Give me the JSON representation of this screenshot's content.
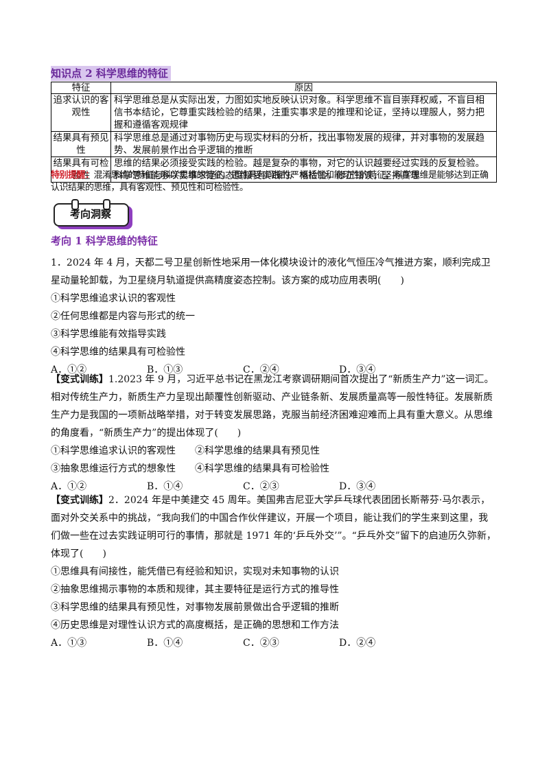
{
  "knowledge_point": {
    "title": "知识点 2 科学思维的特征",
    "headers": [
      "特征",
      "原因"
    ],
    "rows": [
      {
        "feature": "追求认识的客观性",
        "reason": "科学思维总是从实际出发，力图如实地反映认识对象。科学思维不盲目崇拜权威，不盲目相信书本结论，它尊重实践检验的结果，注重实事求是的推理和论证，坚持以理服人，努力把握和遵循客观规律"
      },
      {
        "feature": "结果具有预见性",
        "reason": "科学思维总是通过对事物历史与现实材料的分析，找出事物发展的规律，并对事物的发展趋势、发展前景作出合乎逻辑的推断"
      },
      {
        "feature": "结果具有可检验性",
        "reason": "思维的结果必须接受实践的检验。越是复杂的事物，对它的认识越要经过实践的反复检验。科学思维能够以实事求是的态度接受实践的严格检验，修正错误，坚持真理"
      }
    ],
    "tip_label": "特别提醒：",
    "tip_text": "混淆思维的特征与科学思维的特征。思维具有间接性、概括性和能动性的特征。科学思维是能够达到正确认识结果的思维，具有客观性、预见性和可检验性。"
  },
  "banner": {
    "label": "考向洞察"
  },
  "section": {
    "title": "考向 1 科学思维的特征"
  },
  "questions": [
    {
      "prefix": "",
      "stem": "1．2024 年 4 月，天都二号卫星创新性地采用一体化模块设计的液化气恒压冷气推进方案，顺利完成卫星动量轮卸载，为卫星绕月轨道提供高精度姿态控制。该方案的成功应用表明(　　)",
      "statements": [
        "①科学思维追求认识的客观性",
        "②任何思维都是内容与形式的统一",
        "③科学思维能有效指导实践",
        "④科学思维的结果具有可检验性"
      ],
      "options": [
        "A．①②",
        "B．①③",
        "C．②④",
        "D．③④"
      ]
    },
    {
      "prefix": "【变式训练】",
      "stem": "1.2023 年 9 月，习近平总书记在黑龙江考察调研期间首次提出了“新质生产力”这一词汇。相对传统生产力，新质生产力呈现出颠覆性创新驱动、产业链条新、发展质量高等一般性特征。发展新质生产力是我国的一项新战略举措，对于转变发展思路，克服当前经济困难迎难而上具有重大意义。从思维的角度看，“新质生产力”的提出体现了(　　)",
      "statements": [
        "①科学思维追求认识的客观性",
        "②科学思维的结果具有预见性",
        "③抽象思维运行方式的想象性",
        "④科学思维的结果具有可检验性"
      ],
      "options": [
        "A．①②",
        "B．①④",
        "C．②③",
        "D．③④"
      ]
    },
    {
      "prefix": "【变式训练】",
      "stem": "2．2024 年是中美建交 45 周年。美国弗吉尼亚大学乒乓球代表团团长斯蒂芬·马尔表示，面对外交关系中的挑战，“我向我们的中国合作伙伴建议，开展一个项目，能让我们的学生来到这里，我们做一些在过去实践证明可行的事情，那就是 1971 年的‘乒乓外交’”。“乒乓外交”留下的启迪历久弥新，体现了(　　)",
      "statements": [
        "①思维具有间接性，能凭借已有经验和知识，实现对未知事物的认识",
        "②抽象思维揭示事物的本质和规律，其主要特征是运行方式的推导性",
        "③科学思维的结果具有预见性，对事物发展前景做出合乎逻辑的推断",
        "④历史思维是对理性认识方式的高度概括，是正确的思想和工作方法"
      ],
      "options": [
        "A．①③",
        "B．①④",
        "C．②③",
        "D．②④"
      ]
    }
  ]
}
